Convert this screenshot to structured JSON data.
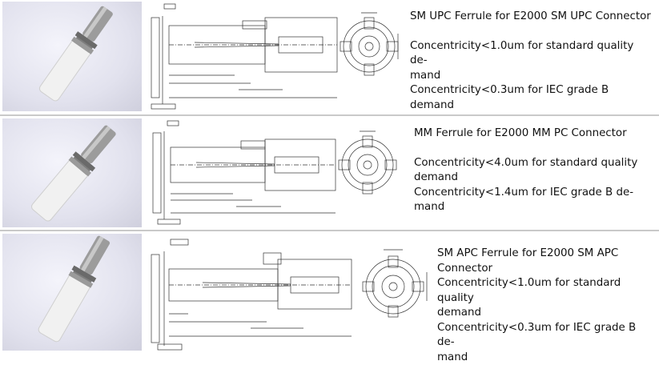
{
  "products": [
    {
      "title": "SM UPC Ferrule for E2000 SM UPC Connector",
      "specs": [
        "Concentricity<1.0um for standard quality de-",
        "mand",
        "Concentricity<0.3um for IEC grade B demand"
      ]
    },
    {
      "title": "MM Ferrule for E2000 MM PC Connector",
      "specs": [
        "Concentricity<4.0um for standard quality",
        "demand",
        "Concentricity<1.4um for IEC grade B de-",
        "mand"
      ]
    },
    {
      "title": "SM APC Ferrule for E2000 SM APC",
      "title_cont": "Connector",
      "specs": [
        "Concentricity<1.0um for standard quality",
        "demand",
        "Concentricity<0.3um for IEC grade B de-",
        "mand"
      ]
    }
  ],
  "colors": {
    "separator": "#c9c9c9",
    "ceramic": "#f1f1f1",
    "metal": "#8a8a8a",
    "drawing_line": "#333333"
  },
  "icons": [
    "ferrule-photo",
    "technical-drawing",
    "end-view-drawing"
  ]
}
